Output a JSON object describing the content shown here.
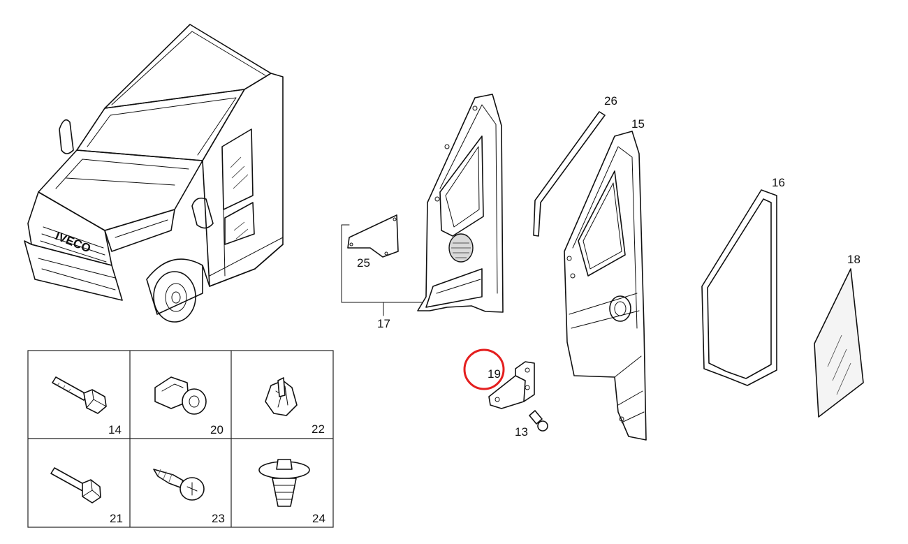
{
  "callouts": {
    "p13": "13",
    "p14": "14",
    "p15": "15",
    "p16": "16",
    "p17": "17",
    "p18": "18",
    "p19": "19",
    "p20": "20",
    "p21": "21",
    "p22": "22",
    "p23": "23",
    "p24": "24",
    "p25": "25",
    "p26": "26"
  },
  "van_badge": "IVECO",
  "highlight_color": "#e41f1f"
}
